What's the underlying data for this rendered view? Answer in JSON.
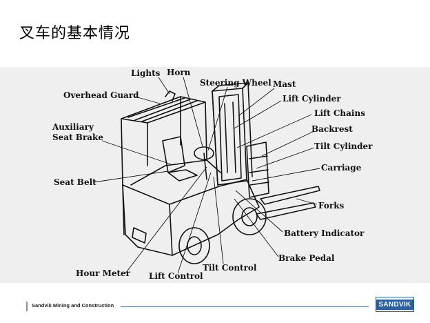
{
  "slide": {
    "title": "叉车的基本情况"
  },
  "diagram": {
    "labels": {
      "lights": "Lights",
      "horn": "Horn",
      "steering_wheel": "Steering Wheel",
      "mast": "Mast",
      "overhead_guard": "Overhead Guard",
      "lift_cylinder": "Lift Cylinder",
      "lift_chains": "Lift Chains",
      "auxiliary": "Auxiliary",
      "seat_brake": "Seat Brake",
      "backrest": "Backrest",
      "tilt_cylinder": "Tilt Cylinder",
      "carriage": "Carriage",
      "seat_belt": "Seat Belt",
      "forks": "Forks",
      "battery_indicator": "Battery Indicator",
      "brake_pedal": "Brake Pedal",
      "tilt_control": "Tilt Control",
      "hour_meter": "Hour Meter",
      "lift_control": "Lift Control"
    }
  },
  "footer": {
    "company": "Sandvik Mining and Construction",
    "logo": "SANDVIK"
  }
}
